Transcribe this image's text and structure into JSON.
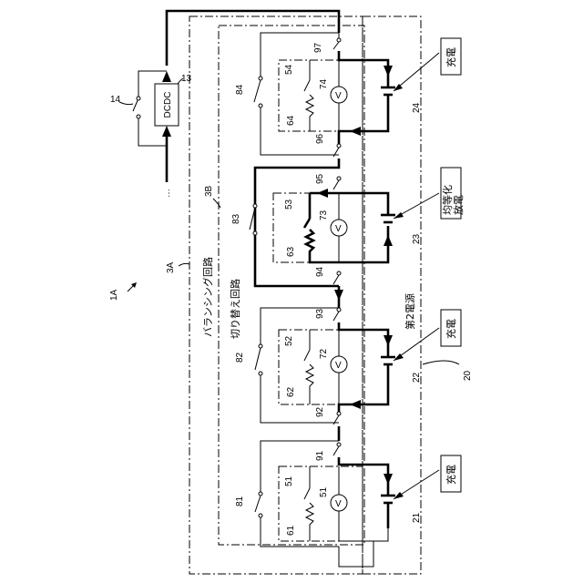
{
  "figure": {
    "figure_ref": "1A",
    "balancing_circuit_ref": "3A",
    "switching_circuit_ref": "3B",
    "second_power_source_ref": "20",
    "balancing_circuit_label": "バランシング回路",
    "switching_circuit_label": "切り替え回路",
    "second_power_source_label": "第2電源",
    "dcdc_label": "DCDC",
    "dcdc_ref": "13",
    "dcdc_switch_ref": "14",
    "ellipsis": "…",
    "voltmeter_symbol": "V"
  },
  "charge_labels": {
    "top": "充電",
    "equalize": "均等化\n放電",
    "third": "充電",
    "bottom": "充電"
  },
  "cells": [
    {
      "battery": "24",
      "switch": "54",
      "resistor": "64",
      "meter": "74",
      "bal_switch": "84",
      "upper_switch": "97",
      "lower_switch": "96"
    },
    {
      "battery": "23",
      "switch": "53",
      "resistor": "63",
      "meter": "73",
      "bal_switch": "83",
      "upper_switch": "95",
      "lower_switch": "94"
    },
    {
      "battery": "22",
      "switch": "52",
      "resistor": "62",
      "meter": "72",
      "bal_switch": "82",
      "upper_switch": "93",
      "lower_switch": "92"
    },
    {
      "battery": "21",
      "switch": "51",
      "resistor": "61",
      "meter": "51",
      "bal_switch": "81",
      "upper_switch": "91",
      "lower_switch": ""
    }
  ]
}
